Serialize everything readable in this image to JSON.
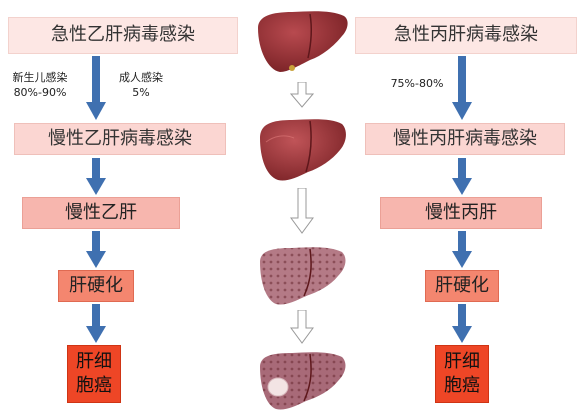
{
  "left": {
    "acute": "急性乙肝病毒感染",
    "newborn_label": "新生儿感染",
    "newborn_pct": "80%-90%",
    "adult_label": "成人感染",
    "adult_pct": "5%",
    "chronic_infection": "慢性乙肝病毒感染",
    "chronic_hepatitis": "慢性乙肝",
    "cirrhosis": "肝硬化",
    "hcc_line1": "肝细",
    "hcc_line2": "胞癌"
  },
  "right": {
    "acute": "急性丙肝病毒感染",
    "pct": "75%-80%",
    "chronic_infection": "慢性丙肝病毒感染",
    "chronic_hepatitis": "慢性丙肝",
    "cirrhosis": "肝硬化",
    "hcc_line1": "肝细",
    "hcc_line2": "胞癌"
  },
  "colors": {
    "arrow_blue": "#3f70b0",
    "stage1": "#fde7e4",
    "stage2": "#fbd6d2",
    "stage3": "#f7b6ae",
    "stage4": "#f4866f",
    "stage5": "#ee4626",
    "liver_dark": "#8f2e33"
  },
  "liver_stages": [
    "healthy-liver",
    "inflamed-liver",
    "fibrotic-liver",
    "cancerous-liver"
  ]
}
